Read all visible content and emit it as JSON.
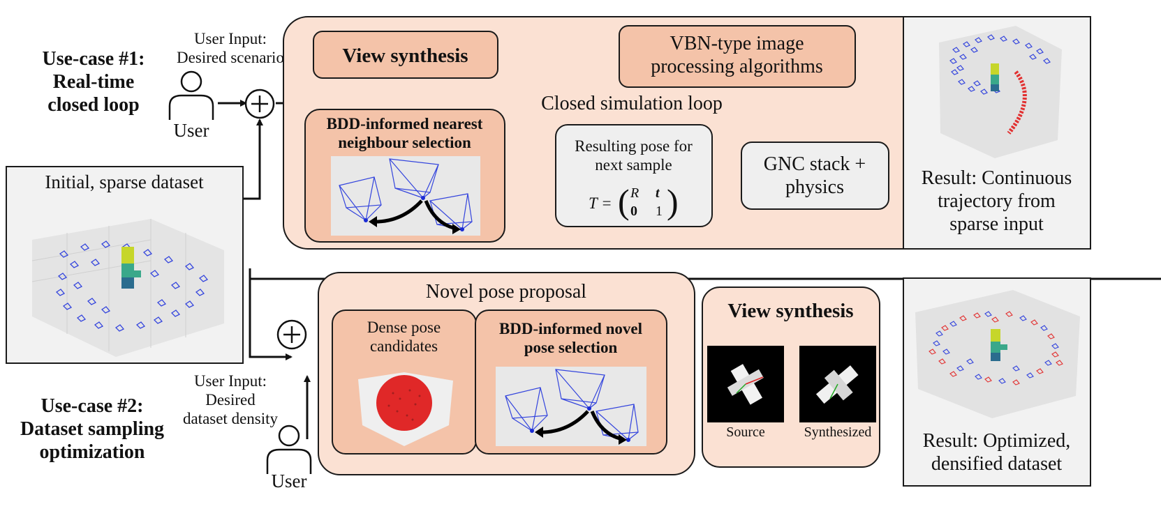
{
  "usecase1": {
    "title_line1": "Use-case #1:",
    "title_line2": "Real-time",
    "title_line3": "closed loop",
    "user_input_line1": "User Input:",
    "user_input_line2": "Desired scenario",
    "user_label": "User"
  },
  "initial_dataset": {
    "label": "Initial, sparse dataset"
  },
  "loop": {
    "caption": "Closed simulation loop",
    "view_synthesis": "View synthesis",
    "vbn_line1": "VBN-type image",
    "vbn_line2": "processing algorithms",
    "gnc_line1": "GNC stack +",
    "gnc_line2": "physics",
    "pose_line1": "Resulting pose for",
    "pose_line2": "next sample",
    "bdd_line1": "BDD-informed nearest",
    "bdd_line2": "neighbour selection",
    "formula_T": "T =",
    "formula_R": "R",
    "formula_t": "t",
    "formula_0": "0",
    "formula_1": "1"
  },
  "result1": {
    "line1": "Result: Continuous",
    "line2": "trajectory from",
    "line3": "sparse input"
  },
  "usecase2": {
    "title_line1": "Use-case #2:",
    "title_line2": "Dataset sampling",
    "title_line3": "optimization",
    "user_input_line1": "User Input:",
    "user_input_line2": "Desired",
    "user_input_line3": "dataset density",
    "user_label": "User"
  },
  "proposal": {
    "caption": "Novel pose proposal",
    "dense_line1": "Dense pose",
    "dense_line2": "candidates",
    "bdd_line1": "BDD-informed novel",
    "bdd_line2": "pose selection"
  },
  "synthesis2": {
    "title": "View synthesis",
    "source": "Source",
    "synthesized": "Synthesized"
  },
  "result2": {
    "line1": "Result: Optimized,",
    "line2": "densified dataset"
  },
  "colors": {
    "peach": "#fbe1d3",
    "salmon": "#f4c3a9",
    "grey_box": "#efefef",
    "camera_blue": "#3344dd",
    "trajectory_red": "#e23030"
  }
}
